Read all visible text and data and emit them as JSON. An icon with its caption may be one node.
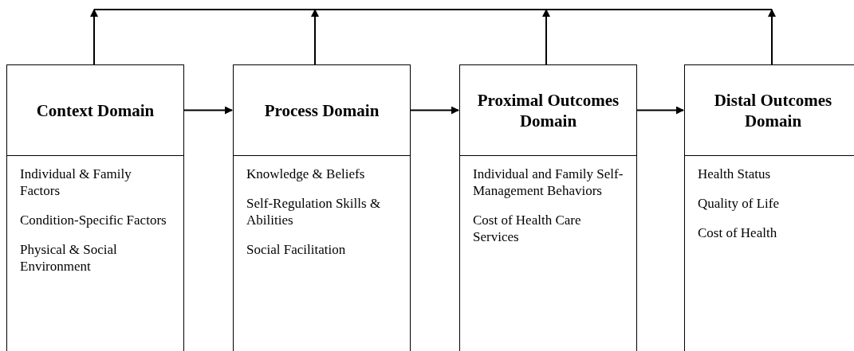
{
  "diagram": {
    "nodes": [
      {
        "text": [
          "Context Domain"
        ]
      },
      {
        "text": [
          "Individual & Family Factors",
          "Condition-Specific Factors",
          "Physical & Social Environment"
        ]
      },
      {
        "text": [
          "Process Domain"
        ]
      },
      {
        "text": [
          "Knowledge & Beliefs",
          "Self-Regulation Skills & Abilities",
          "Social Facilitation"
        ]
      },
      {
        "text": [
          "Proximal Outcomes Domain"
        ]
      },
      {
        "text": [
          "Individual and Family Self-Management Behaviors",
          "Cost of Health Care Services"
        ]
      },
      {
        "text": [
          "Distal Outcomes Domain"
        ]
      },
      {
        "text": [
          "Health Status",
          "Quality of Life",
          "Cost of Health"
        ]
      }
    ],
    "edges": [
      {
        "from": 0,
        "to": 2,
        "arrow": "to"
      },
      {
        "from": 2,
        "to": 4,
        "arrow": "to"
      },
      {
        "from": 4,
        "to": 6,
        "arrow": "to"
      },
      {
        "from": 0,
        "to": null,
        "arrow": "to"
      },
      {
        "from": 2,
        "to": null,
        "arrow": "to"
      },
      {
        "from": 4,
        "to": null,
        "arrow": "to"
      },
      {
        "from": 6,
        "to": null,
        "arrow": "to"
      }
    ]
  }
}
